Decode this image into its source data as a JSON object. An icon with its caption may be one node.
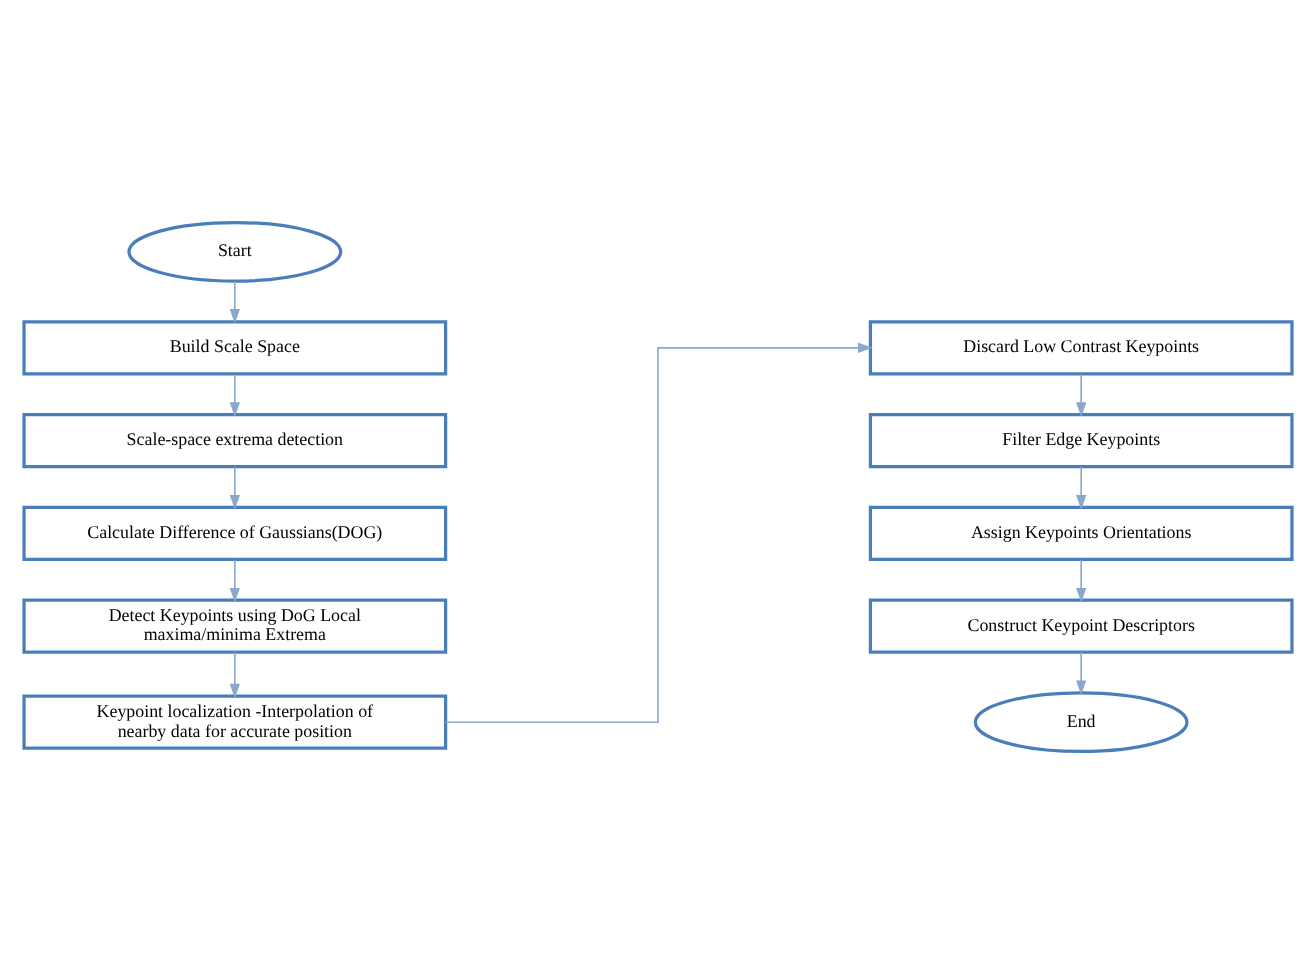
{
  "diagram": {
    "nodes": [
      {
        "text": [
          "Start"
        ]
      },
      {
        "text": [
          "Build Scale Space"
        ]
      },
      {
        "text": [
          "Scale-space extrema detection"
        ]
      },
      {
        "text": [
          "Calculate Difference of Gaussians(DOG)"
        ]
      },
      {
        "text": [
          "Detect Keypoints using DoG Local maxima/minima Extrema"
        ]
      },
      {
        "text": [
          "Keypoint localization -Interpolation of nearby data for accurate position"
        ]
      },
      {
        "text": [
          "Discard Low Contrast Keypoints"
        ]
      },
      {
        "text": [
          "Filter Edge Keypoints"
        ]
      },
      {
        "text": [
          "Assign Keypoints Orientations"
        ]
      },
      {
        "text": [
          "Construct Keypoint Descriptors"
        ]
      },
      {
        "text": [
          "End"
        ]
      }
    ],
    "edges": [
      {
        "from": 0,
        "to": 1,
        "arrow": "to"
      },
      {
        "from": 1,
        "to": 2,
        "arrow": "to"
      },
      {
        "from": 2,
        "to": 3,
        "arrow": "to"
      },
      {
        "from": 3,
        "to": 4,
        "arrow": "to"
      },
      {
        "from": 4,
        "to": 5,
        "arrow": "to"
      },
      {
        "from": 5,
        "to": 6,
        "arrow": "to"
      },
      {
        "from": 6,
        "to": 7,
        "arrow": "to"
      },
      {
        "from": 7,
        "to": 8,
        "arrow": "to"
      },
      {
        "from": 8,
        "to": 9,
        "arrow": "to"
      },
      {
        "from": 9,
        "to": 10,
        "arrow": "to"
      }
    ]
  }
}
